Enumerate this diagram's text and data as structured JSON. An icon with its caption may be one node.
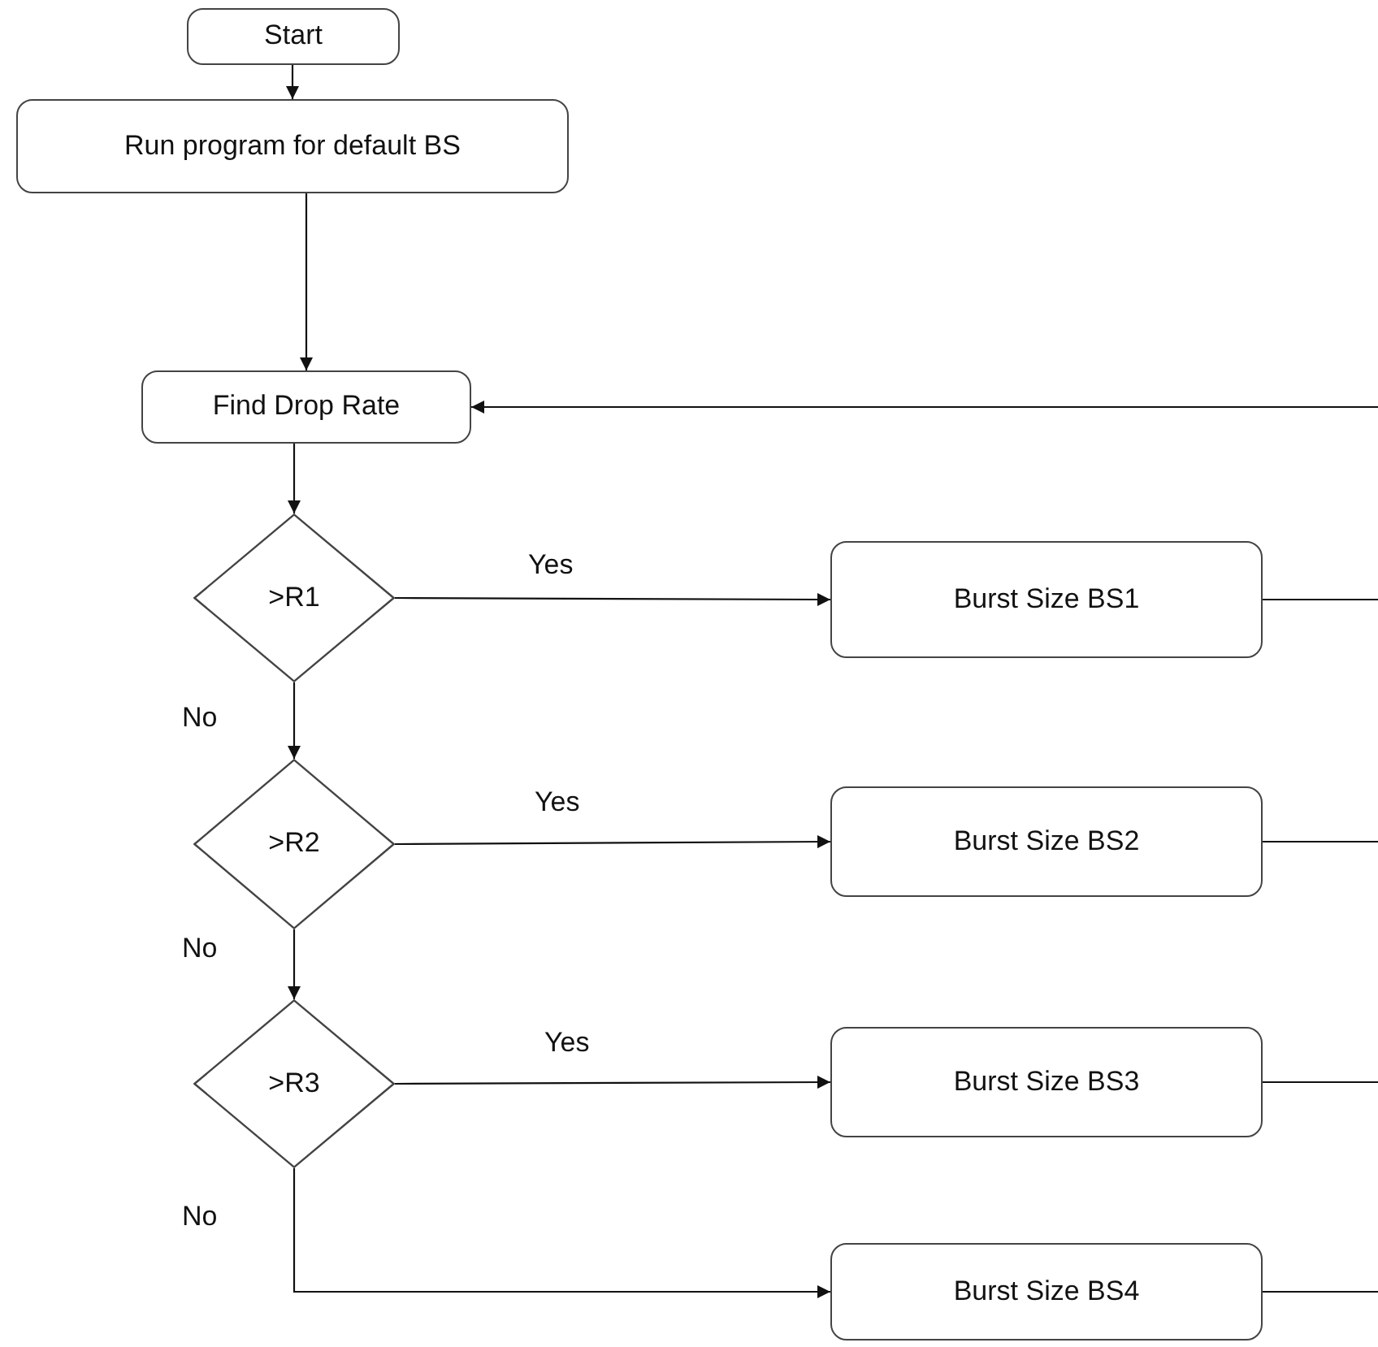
{
  "diagram": {
    "nodes": [
      {
        "text": [
          "Start"
        ]
      },
      {
        "text": [
          "Run program for default BS"
        ]
      },
      {
        "text": [
          "Find Drop Rate"
        ]
      },
      {
        "text": [
          ">R1"
        ]
      },
      {
        "text": [
          "Burst Size BS1"
        ]
      },
      {
        "text": [
          ">R2"
        ]
      },
      {
        "text": [
          "Burst Size BS2"
        ]
      },
      {
        "text": [
          ">R3"
        ]
      },
      {
        "text": [
          "Burst Size BS3"
        ]
      },
      {
        "text": [
          "Burst Size BS4"
        ]
      }
    ],
    "edges": [
      {
        "from": 0,
        "to": 1,
        "arrow": "to"
      },
      {
        "from": 1,
        "to": 2,
        "arrow": "to"
      },
      {
        "from": 2,
        "to": 3,
        "arrow": "to"
      },
      {
        "from": 3,
        "to": 4,
        "arrow": "to",
        "label": "Yes"
      },
      {
        "from": 3,
        "to": 5,
        "arrow": "to",
        "label": "No"
      },
      {
        "from": 5,
        "to": 6,
        "arrow": "to",
        "label": "Yes"
      },
      {
        "from": 5,
        "to": 7,
        "arrow": "to",
        "label": "No"
      },
      {
        "from": 7,
        "to": 8,
        "arrow": "to",
        "label": "Yes"
      },
      {
        "from": 7,
        "to": 9,
        "arrow": "to",
        "label": "No"
      },
      {
        "from": 4,
        "to": null,
        "arrow": "none"
      },
      {
        "from": 6,
        "to": null,
        "arrow": "none"
      },
      {
        "from": 8,
        "to": null,
        "arrow": "none"
      },
      {
        "from": 9,
        "to": null,
        "arrow": "none"
      },
      {
        "from": null,
        "to": 2,
        "arrow": "to"
      }
    ]
  }
}
